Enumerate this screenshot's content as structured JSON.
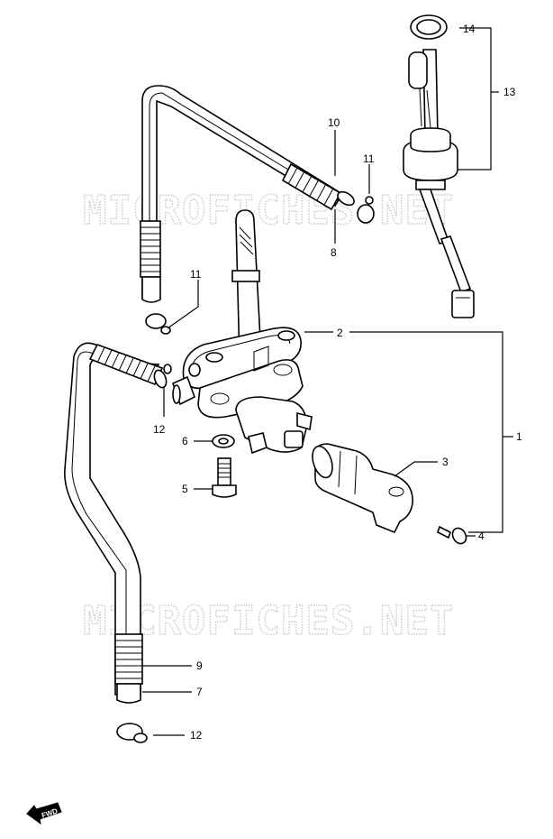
{
  "watermark": {
    "top": "MICROFICHES.NET",
    "bottom": "MICROFICHES.NET"
  },
  "fwd_badge": {
    "label": "FWD"
  },
  "callouts": {
    "c1": "1",
    "c2": "2",
    "c3": "3",
    "c4": "4",
    "c5": "5",
    "c6": "6",
    "c7": "7",
    "c8": "8",
    "c9": "9",
    "c10": "10",
    "c11a": "11",
    "c11b": "11",
    "c12a": "12",
    "c12b": "12",
    "c13": "13",
    "c14": "14"
  }
}
